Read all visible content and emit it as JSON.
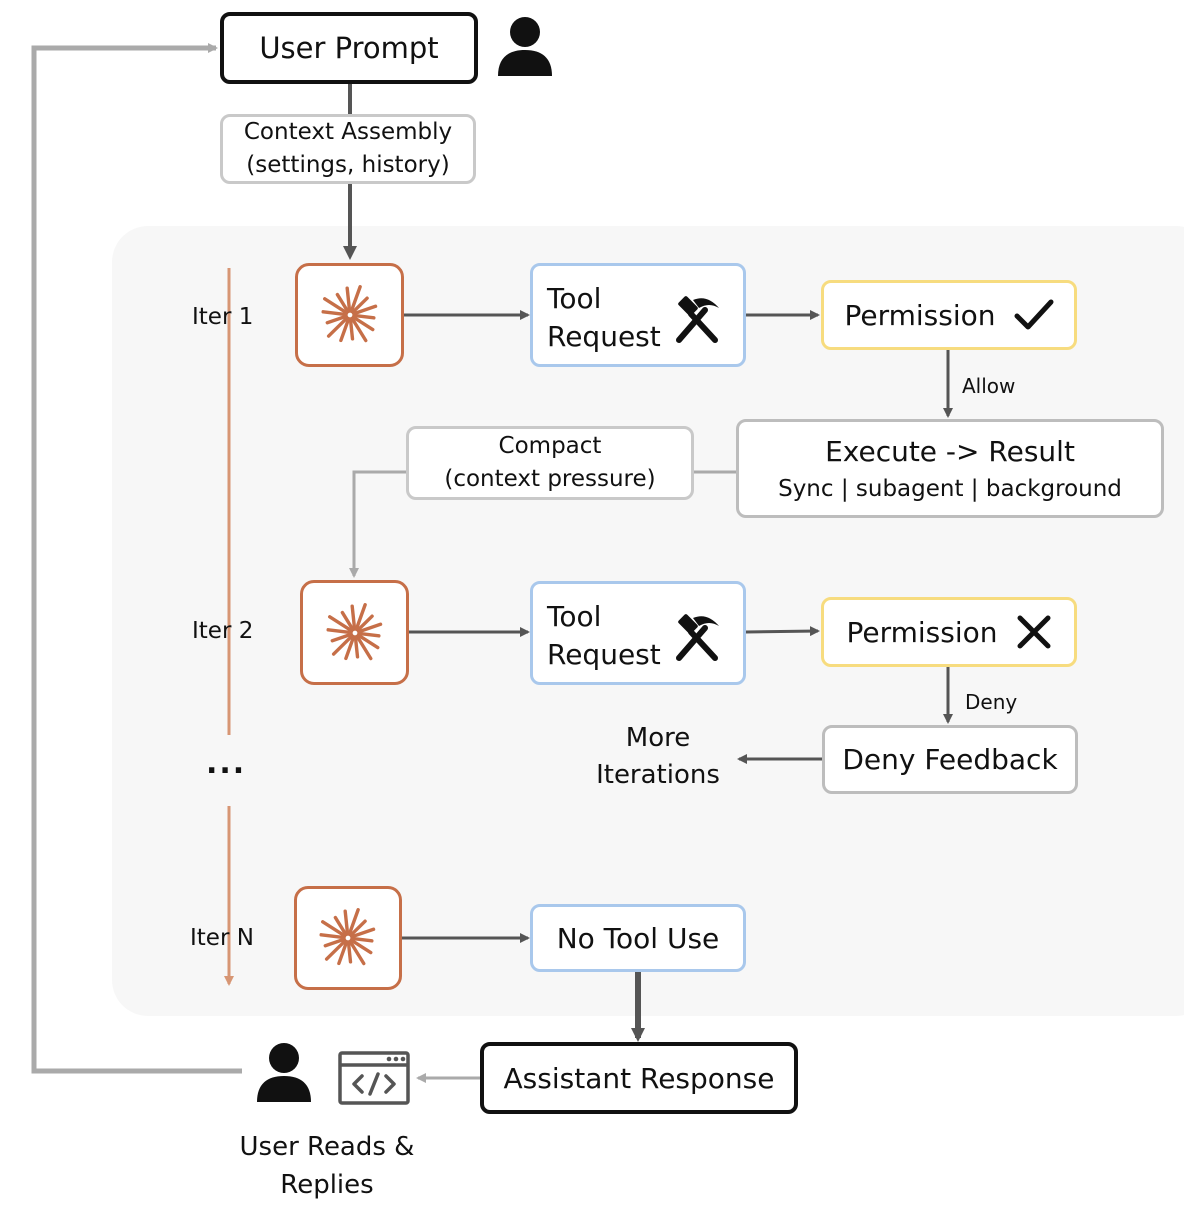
{
  "nodes": {
    "user_prompt": "User Prompt",
    "context_assembly": [
      "Context Assembly",
      "(settings, history)"
    ],
    "tool_request": [
      "Tool",
      "Request"
    ],
    "permission": "Permission",
    "execute_result": "Execute -> Result",
    "execute_modes": "Sync | subagent | background",
    "compact": [
      "Compact",
      "(context pressure)"
    ],
    "deny_feedback": "Deny Feedback",
    "more_iterations": [
      "More",
      "Iterations"
    ],
    "no_tool_use": "No Tool Use",
    "assistant_response": "Assistant Response",
    "user_reads_replies": [
      "User Reads &",
      "Replies"
    ]
  },
  "iterations": [
    "Iter 1",
    "Iter 2",
    "...",
    "Iter N"
  ],
  "edge_labels": {
    "allow": "Allow",
    "deny": "Deny"
  },
  "icons": {
    "user": "user-icon",
    "agent": "sparkle-icon",
    "tools": "hammer-pick-icon",
    "allowed": "checkmark-icon",
    "denied": "cross-icon",
    "code_window": "code-window-icon"
  },
  "colors": {
    "agent_orange": "#c66f48",
    "tool_blue": "#a9c8ec",
    "permission_yellow": "#f7dc7f",
    "neutral_grey": "#c9c9c9",
    "loop_background": "#f7f7f7"
  }
}
